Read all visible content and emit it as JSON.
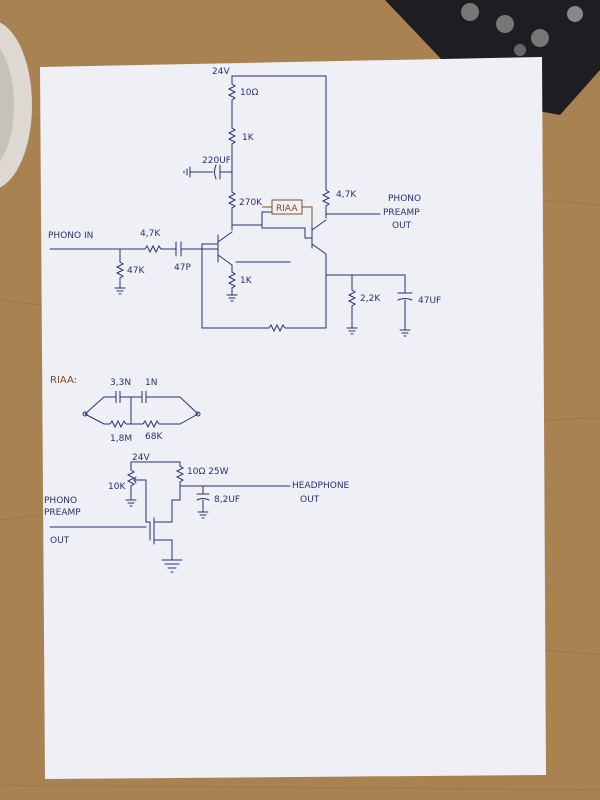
{
  "top_circuit": {
    "supply": "24V",
    "r_top": "10Ω",
    "r_1k_upper": "1K",
    "cap_decouple": "220UF",
    "r_270k": "270K",
    "riaa_box": "RIAA",
    "r_collector": "4,7K",
    "output_label_line1": "PHONO",
    "output_label_line2": "PREAMP",
    "output_label_line3": "OUT",
    "input_label": "PHONO IN",
    "r_input": "4,7K",
    "r_input_shunt": "47K",
    "cap_input": "47P",
    "r_emitter": "1K",
    "r_bias": "2,2K",
    "cap_out": "47UF"
  },
  "riaa_network": {
    "heading": "RIAA:",
    "cap1": "3,3N",
    "cap2": "1N",
    "res1": "1,8M",
    "res2": "68K"
  },
  "headphone_circuit": {
    "supply": "24V",
    "pot": "10K",
    "r_load": "10Ω 25W",
    "cap": "8,2UF",
    "output_label_line1": "HEADPHONE",
    "output_label_line2": "OUT",
    "input_label_line1": "PHONO",
    "input_label_line2": "PREAMP",
    "input_label_line3": "OUT"
  },
  "colors": {
    "paper": "#eef0f6",
    "ink": "#2c2f74",
    "riaa_ink": "#8a4b24",
    "desk": "#a98252",
    "device": "#1e1e22"
  }
}
